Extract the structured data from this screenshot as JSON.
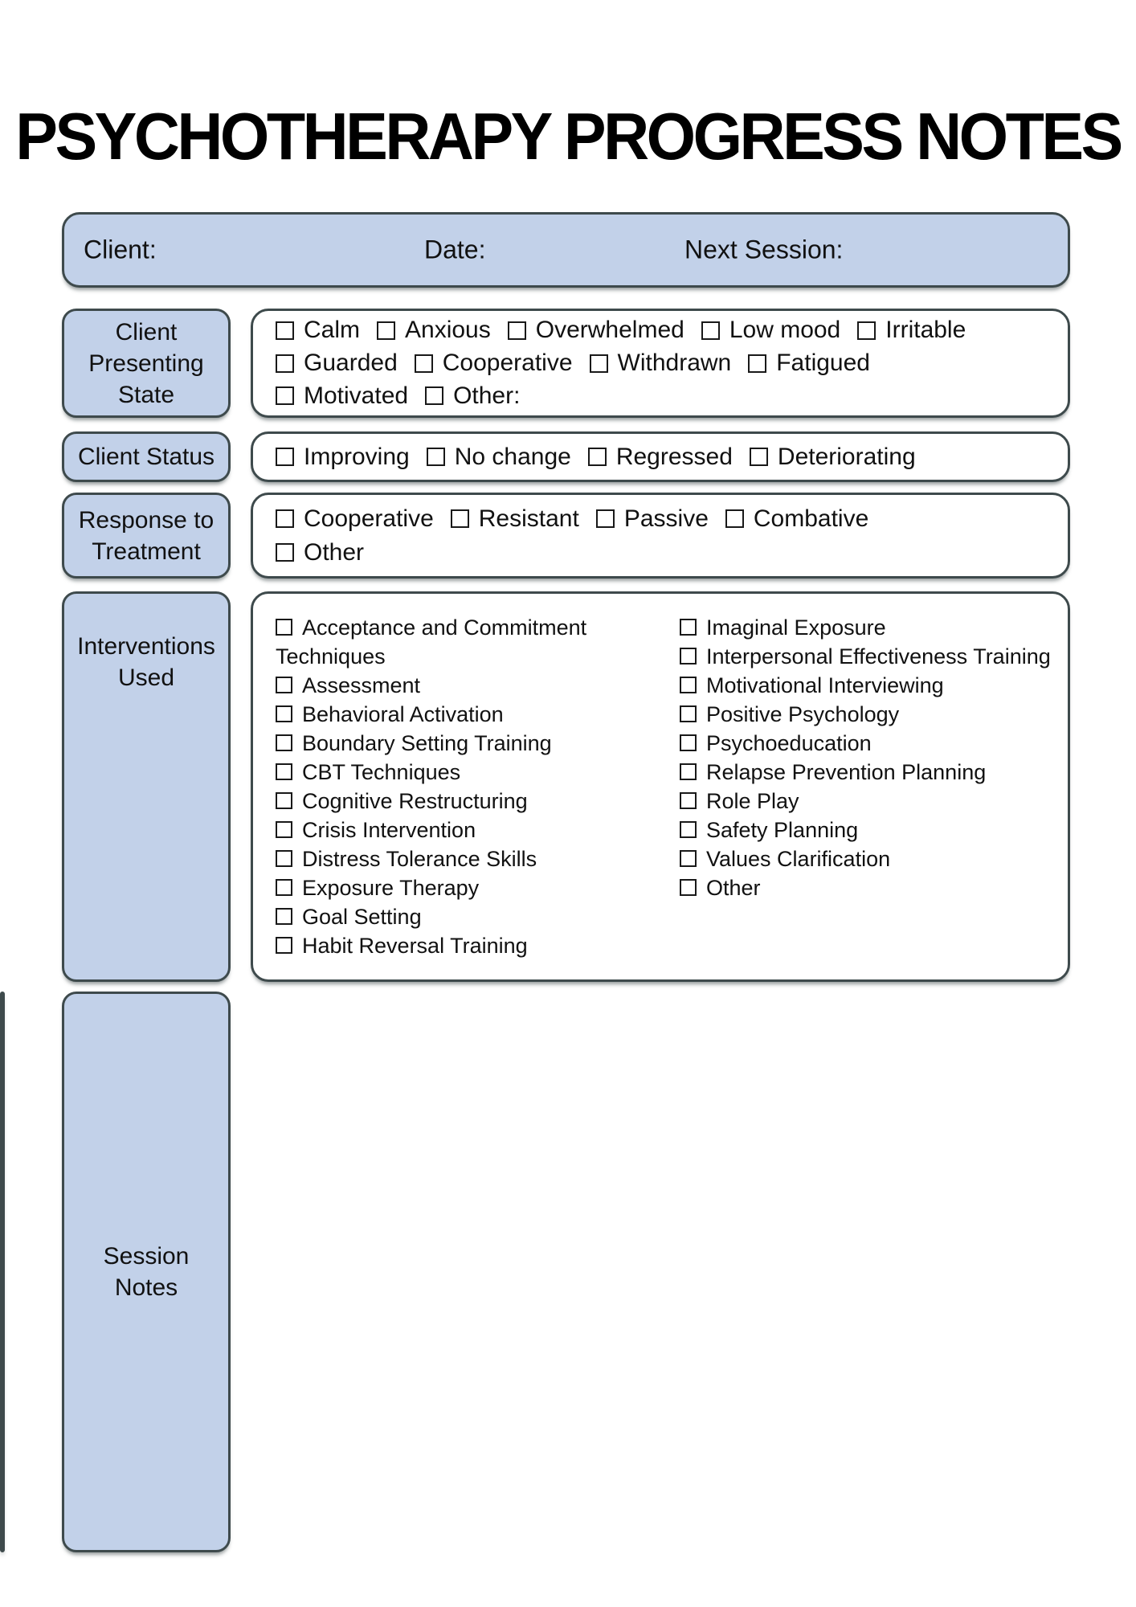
{
  "title": "PSYCHOTHERAPY PROGRESS NOTES",
  "colors": {
    "panel_blue": "#c2d1e9",
    "border_color": "#3e4a4c",
    "text_color": "#111111"
  },
  "header_fields": {
    "client": "Client:",
    "date": "Date:",
    "next_session": "Next Session:"
  },
  "presenting_state": {
    "label_lines": [
      "Client",
      "Presenting",
      "State"
    ],
    "option_lines": [
      [
        "Calm",
        "Anxious",
        "Overwhelmed",
        "Low mood",
        "Irritable"
      ],
      [
        "Guarded",
        "Cooperative",
        "Withdrawn",
        "Fatigued"
      ],
      [
        "Motivated",
        "Other:"
      ]
    ]
  },
  "client_status": {
    "label_lines": [
      "Client Status"
    ],
    "option_lines": [
      [
        "Improving",
        "No change",
        "Regressed",
        "Deteriorating"
      ]
    ]
  },
  "response_to_treatment": {
    "label_lines": [
      "Response to",
      "Treatment"
    ],
    "option_lines": [
      [
        "Cooperative",
        "Resistant",
        "Passive",
        "Combative"
      ],
      [
        "Other"
      ]
    ]
  },
  "interventions": {
    "label_lines": [
      "Interventions",
      "Used"
    ],
    "left_column": [
      "Acceptance and Commitment Techniques",
      "Assessment",
      "Behavioral Activation",
      "Boundary Setting Training",
      "CBT Techniques",
      "Cognitive Restructuring",
      "Crisis Intervention",
      "Distress Tolerance Skills",
      "Exposure Therapy",
      "Goal Setting",
      "Habit Reversal Training"
    ],
    "right_column": [
      "Imaginal Exposure",
      "Interpersonal Effectiveness Training",
      "Motivational Interviewing",
      "Positive Psychology",
      "Psychoeducation",
      "Relapse Prevention Planning",
      "Role Play",
      "Safety Planning",
      "Values Clarification",
      "Other"
    ]
  },
  "session_notes": {
    "label_lines": [
      "Session",
      "Notes"
    ],
    "content": ""
  }
}
